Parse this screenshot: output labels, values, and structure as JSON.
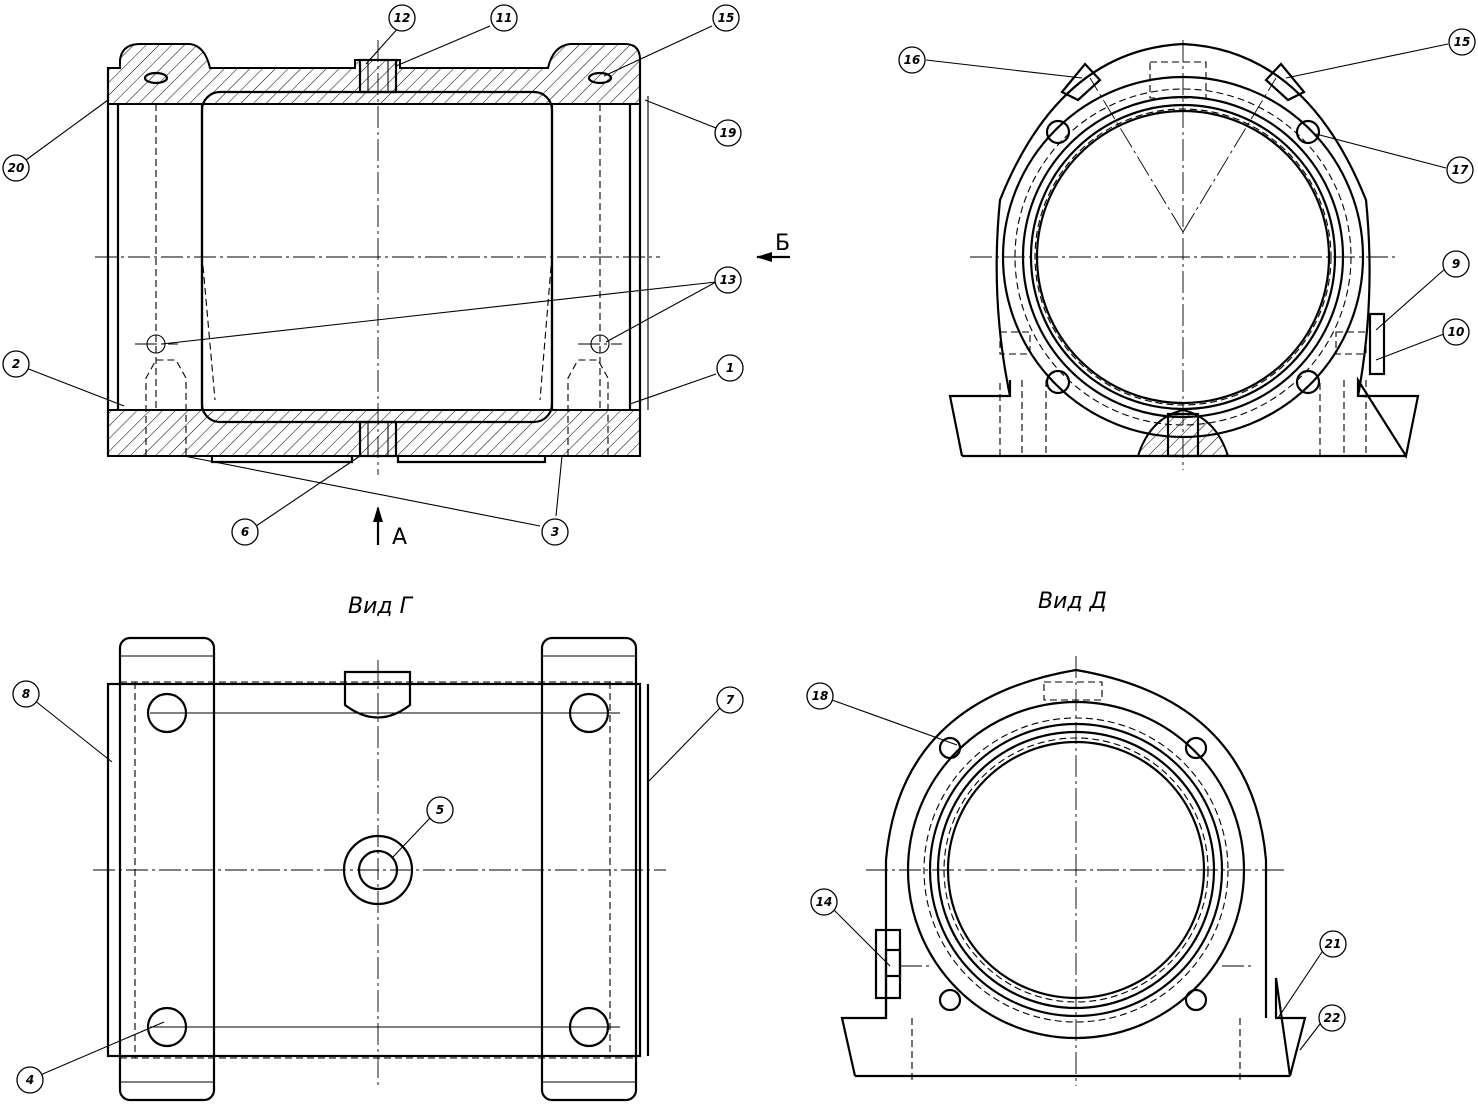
{
  "view_labels": {
    "view_g": "Вид Г",
    "view_d": "Вид Д",
    "arrow_a": "А",
    "arrow_b": "Б"
  },
  "callouts": {
    "c1": "1",
    "c2": "2",
    "c3": "3",
    "c4": "4",
    "c5": "5",
    "c6": "6",
    "c7": "7",
    "c8": "8",
    "c9": "9",
    "c10": "10",
    "c11": "11",
    "c12": "12",
    "c13": "13",
    "c14": "14",
    "c15": "15",
    "c16": "16",
    "c17": "17",
    "c18": "18",
    "c19": "19",
    "c20": "20",
    "c21": "21",
    "c22": "22"
  },
  "colors": {
    "line": "#000000",
    "paper": "#ffffff"
  }
}
